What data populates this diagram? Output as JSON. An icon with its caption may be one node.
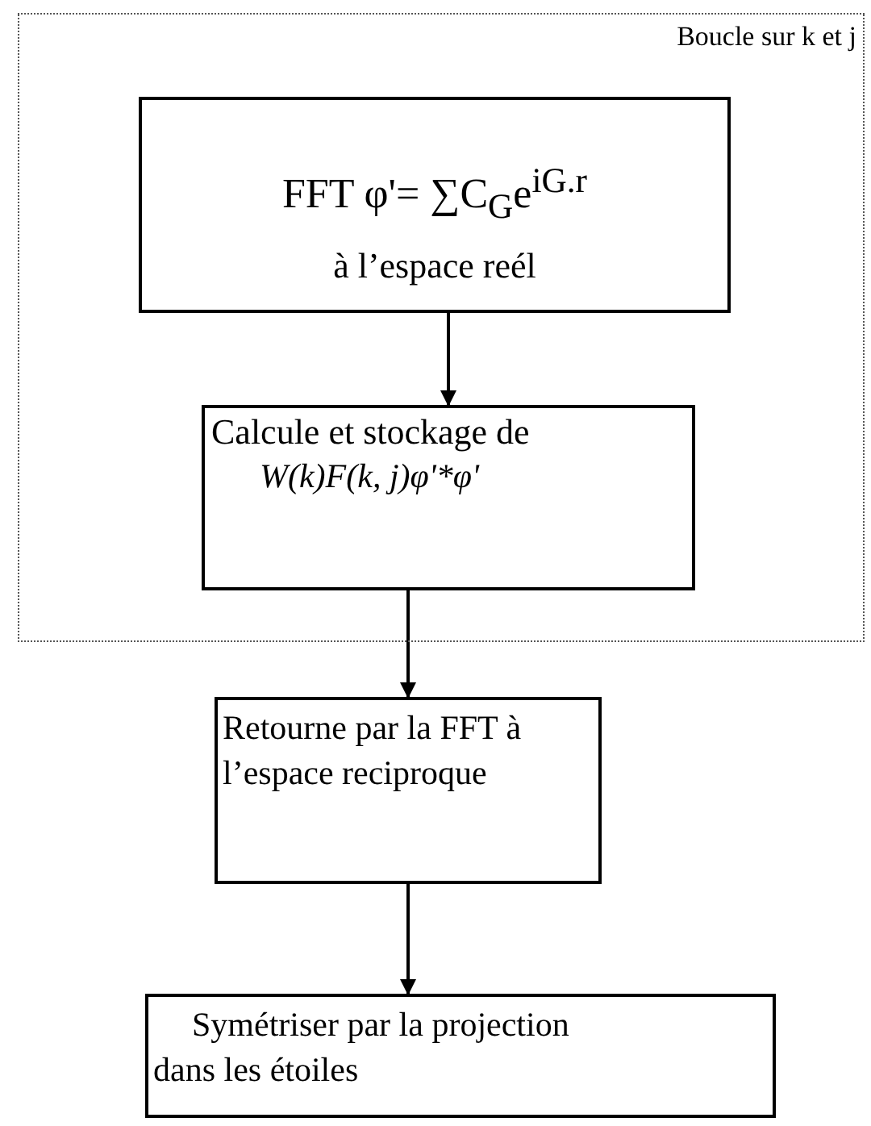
{
  "diagram": {
    "nodes": [
      {
        "text": [
          "Boucle sur k et j"
        ]
      },
      {
        "text": [
          "FFT  φ'= ∑C$_{G}$e$^{iG.r}$",
          "à l’espace reél"
        ],
        "in": 0
      },
      {
        "text": [
          "Calcule et stockage de",
          "W(k)F(k, j)φ'*φ'"
        ],
        "in": 0
      },
      {
        "text": [
          "Retourne par la FFT à l’espace reciproque"
        ]
      },
      {
        "text": [
          "Symétriser par la projection dans les étoiles"
        ]
      }
    ],
    "edges": [
      {
        "from": 1,
        "to": 2,
        "arrow": "to"
      },
      {
        "from": 2,
        "to": 3,
        "arrow": "to"
      },
      {
        "from": 3,
        "to": 4,
        "arrow": "to"
      }
    ]
  }
}
